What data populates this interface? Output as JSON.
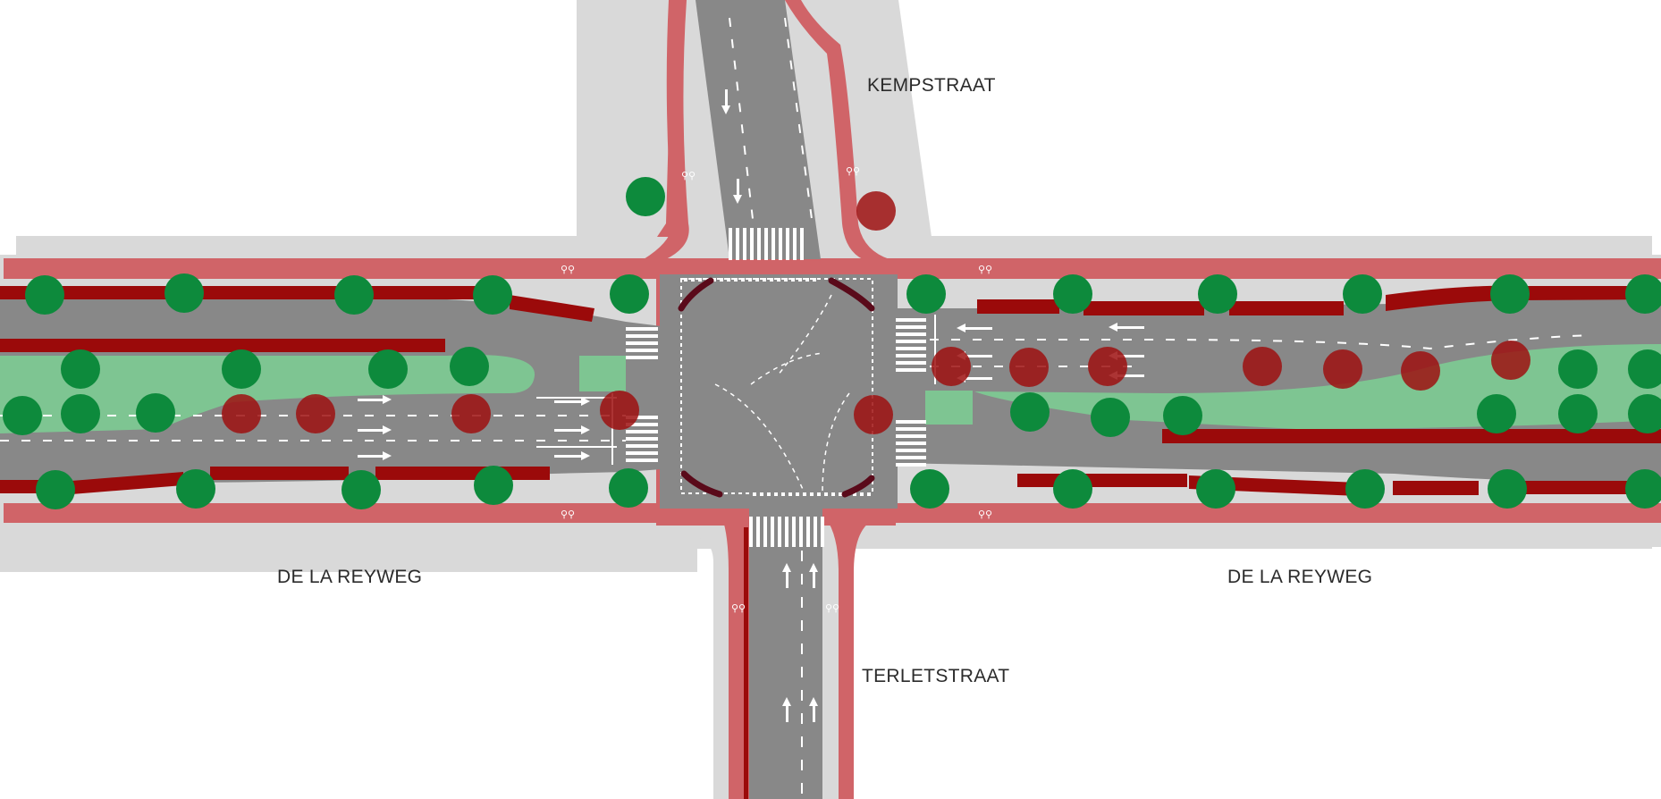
{
  "streets": {
    "north": "KEMPSTRAAT",
    "west": "DE LA REYWEG",
    "east": "DE LA REYWEG",
    "south": "TERLETSTRAAT"
  },
  "legend_colors": {
    "sidewalk": "#d9d9d9",
    "road": "#888888",
    "bike_path": "#d06468",
    "parking_strip": "#9b0a0a",
    "median_green": "#7ec592",
    "existing_tree": "#0d8a3c",
    "removed_tree": "#9e1010",
    "lane_marking": "#ffffff"
  },
  "icons": [
    "bicycle-symbol",
    "lane-arrow-straight",
    "lane-arrow-left",
    "lane-arrow-right",
    "zebra-crossing"
  ]
}
